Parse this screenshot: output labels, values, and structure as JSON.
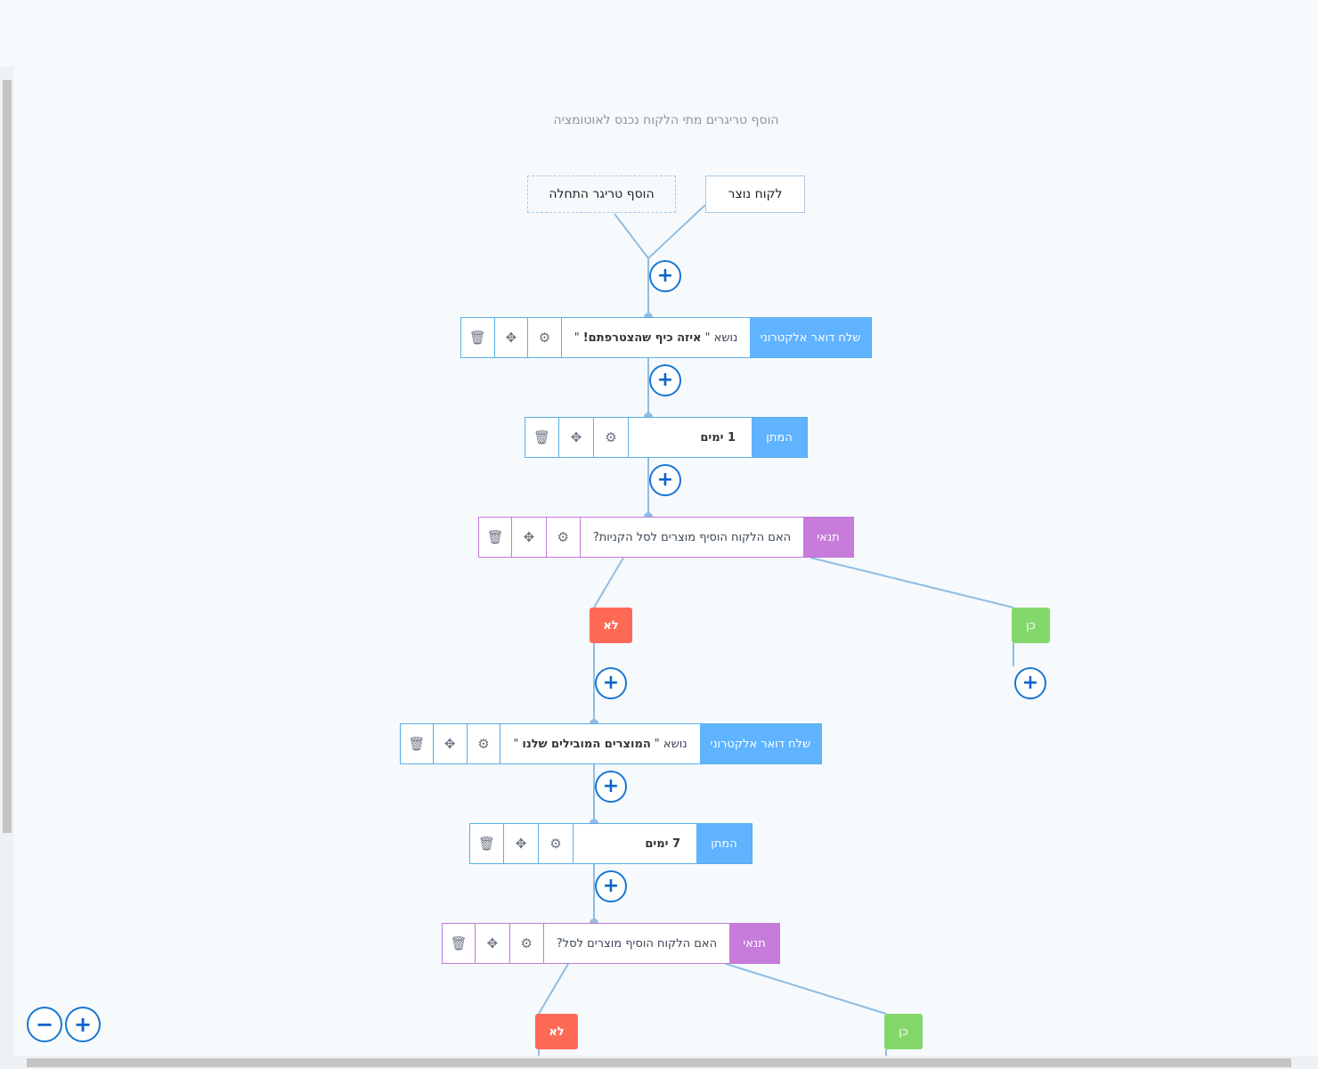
{
  "hint": "הוסף טריגרים מתי הלקוח נכנס לאוטומציה",
  "triggers": {
    "customer_created": "לקוח נוצר",
    "add_start_trigger": "הוסף טריגר התחלה"
  },
  "icons": {
    "plus": "+",
    "minus": "−",
    "trash": "🗑",
    "move": "✥",
    "gear": "⚙"
  },
  "steps": [
    {
      "type": "שלח דואר אלקטרוני",
      "prefix": "נושא \"",
      "value": "איזה כיף שהצטרפתם!",
      "suffix": "\""
    },
    {
      "type": "המתן",
      "value": "1 ימים"
    },
    {
      "type": "תנאי",
      "text": "האם הלקוח הוסיף מוצרים לסל הקניות?"
    },
    {
      "type": "שלח דואר אלקטרוני",
      "prefix": "נושא \"",
      "value": "המוצרים המובילים שלנו",
      "suffix": "\""
    },
    {
      "type": "המתן",
      "value": "7 ימים"
    },
    {
      "type": "תנאי",
      "text": "האם הלקוח הוסיף מוצרים לסל?"
    }
  ],
  "branches": {
    "no": "לא",
    "yes": "כן"
  },
  "colors": {
    "email_wait_header": "#5fb3ff",
    "condition_header": "#c77bdb",
    "branch_no": "#ff6a57",
    "branch_yes": "#84d86b",
    "add_button": "#1976d2",
    "connector": "#8fbde3"
  }
}
